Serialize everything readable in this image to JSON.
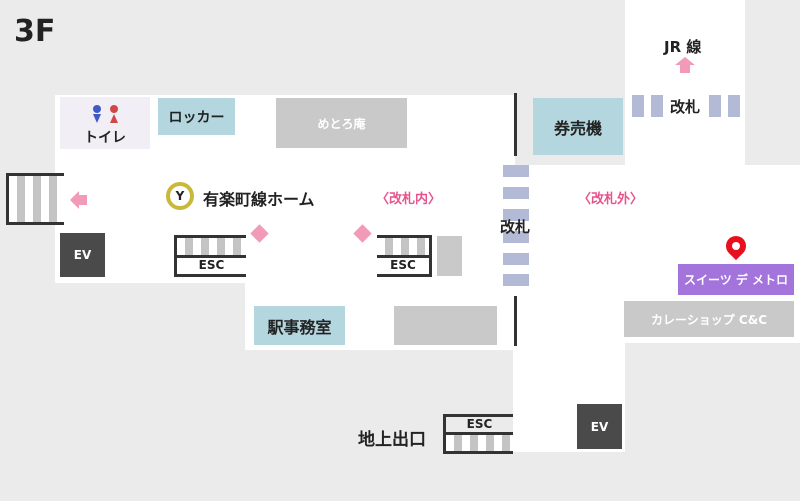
{
  "floor": "3F",
  "jr_line": "JR 線",
  "gates": [
    "改札",
    "改札"
  ],
  "toilet": "トイレ",
  "locker": "ロッカー",
  "metoroan": "めとろ庵",
  "ticket_machine": "券売機",
  "platform": {
    "line_symbol": "Y",
    "label": "有楽町線ホーム",
    "color": "#c9b93a"
  },
  "inside_gate": "〈改札内〉",
  "outside_gate": "〈改札外〉",
  "ev_labels": [
    "EV",
    "EV"
  ],
  "esc_labels": [
    "ESC",
    "ESC",
    "ESC"
  ],
  "station_office": "駅事務室",
  "sweets": "スイーツ デ メトロ",
  "curry": "カレーショップ C&C",
  "exit": "地上出口",
  "colors": {
    "arrow": "#f29bb8",
    "sweets": "#a374dc",
    "pin": "#e8101e"
  }
}
